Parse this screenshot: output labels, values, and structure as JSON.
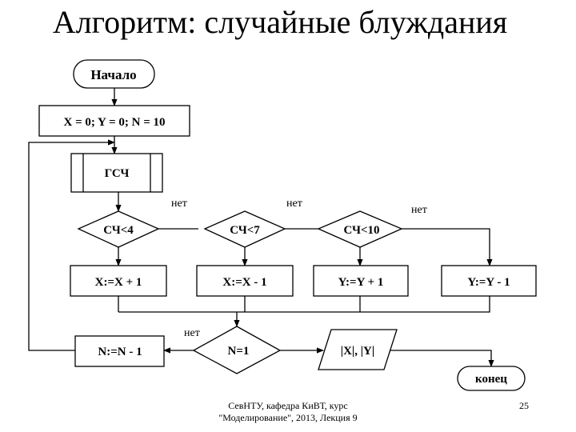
{
  "title": "Алгоритм: случайные блуждания",
  "nodes": {
    "start": "Начало",
    "init": "X = 0;  Y = 0; N = 10",
    "rng": "ГСЧ",
    "cond1": "СЧ<4",
    "cond2": "СЧ<7",
    "cond3": "СЧ<10",
    "act_x_inc": "X:=X + 1",
    "act_x_dec": "X:=X - 1",
    "act_y_inc": "Y:=Y + 1",
    "act_y_dec": "Y:=Y - 1",
    "counter": "N:=N - 1",
    "cond_n": "N=1",
    "output": "|X|, |Y|",
    "end": "конец"
  },
  "edge_labels": {
    "no1": "нет",
    "no2": "нет",
    "no3": "нет",
    "no4": "нет"
  },
  "footer": {
    "line1": "СевНТУ, кафедра КиВТ, курс",
    "line2": "\"Моделирование\", 2013, Лекция 9"
  },
  "page_number": "25"
}
